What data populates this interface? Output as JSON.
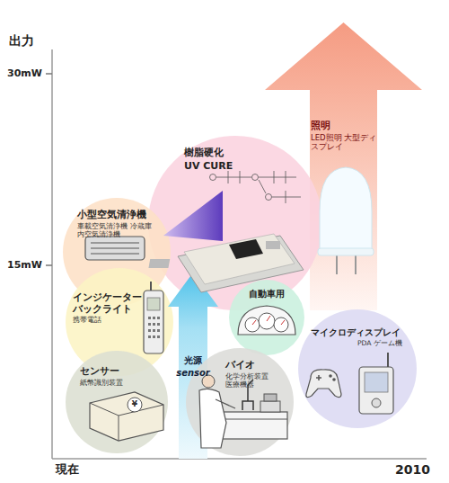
{
  "diagram": {
    "nodes": [
      {
        "text": [
          "照明",
          "LED照明 大型ディスプレイ"
        ]
      },
      {
        "text": [
          "樹脂硬化",
          "UV CURE"
        ]
      },
      {
        "text": [
          "小型空気清浄機",
          "車載空気清浄機 冷蔵庫内空気清浄機"
        ]
      },
      {
        "text": [
          "インジケーター バックライト",
          "携帯電話"
        ]
      },
      {
        "text": [
          "自動車用"
        ]
      },
      {
        "text": [
          "マイクロディスプレイ",
          "PDA ゲーム機"
        ]
      },
      {
        "text": [
          "センサー",
          "紙幣識別装置"
        ]
      },
      {
        "text": [
          "光源",
          "sensor"
        ]
      },
      {
        "text": [
          "バイオ",
          "化学分析装置 医療機器"
        ]
      }
    ],
    "labels": [
      "出力",
      "30mW",
      "15mW",
      "現在",
      "2010",
      "¥"
    ]
  }
}
